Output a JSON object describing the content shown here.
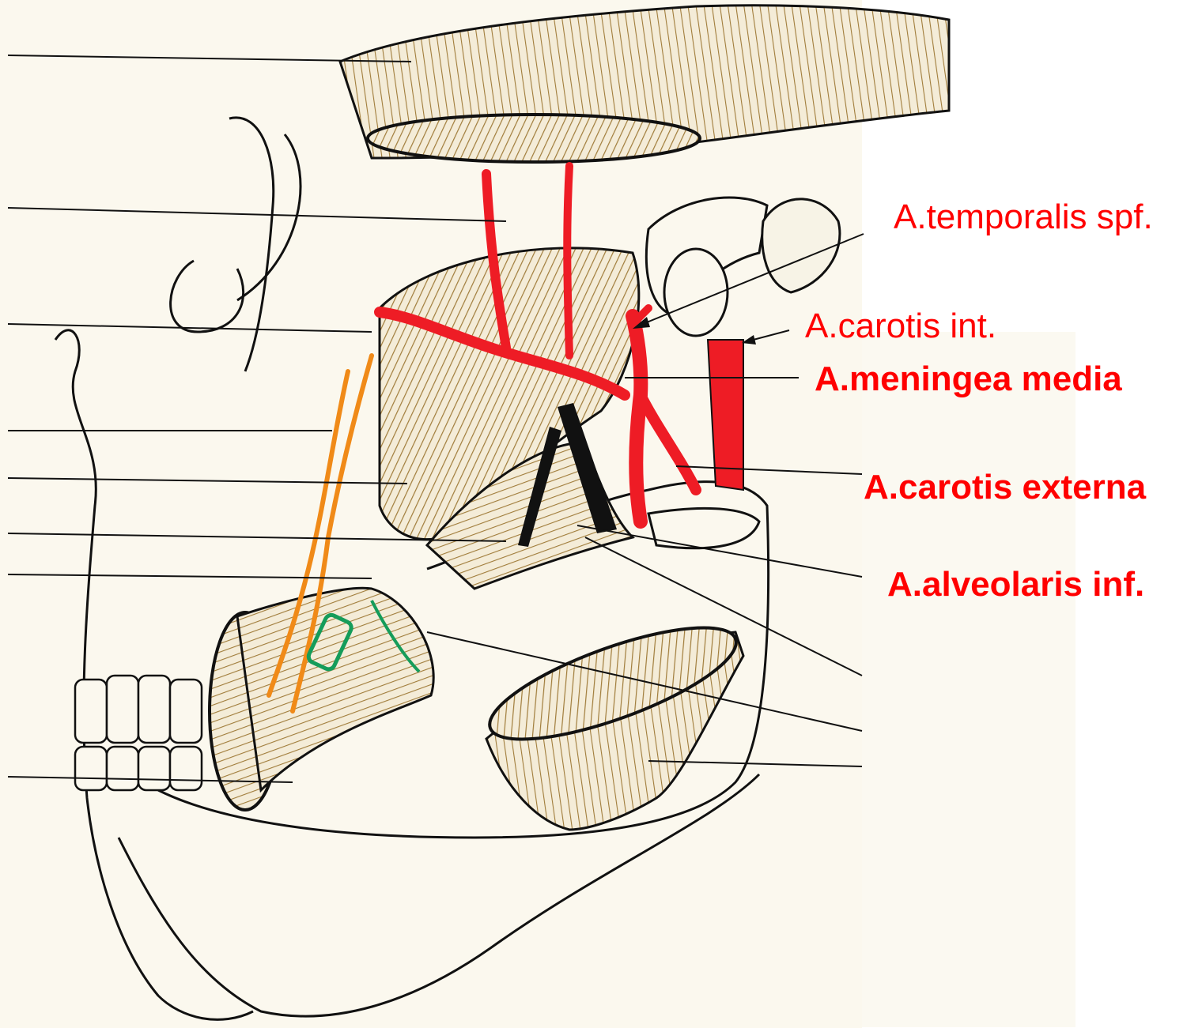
{
  "colors": {
    "artery": "#ee1c25",
    "label_text": "#ff0000",
    "muscle": "#a07c3a",
    "nerve": "#f08a18",
    "outline": "#111111",
    "paper": "#fbf8ee",
    "duct": "#159c5a"
  },
  "labels": {
    "temporalis_spf": "A.temporalis spf.",
    "carotis_int": "A.carotis int.",
    "meningea_media": "A.meningea media",
    "carotis_externa": "A.carotis externa",
    "alveolaris_inf": "A.alveolaris inf."
  }
}
